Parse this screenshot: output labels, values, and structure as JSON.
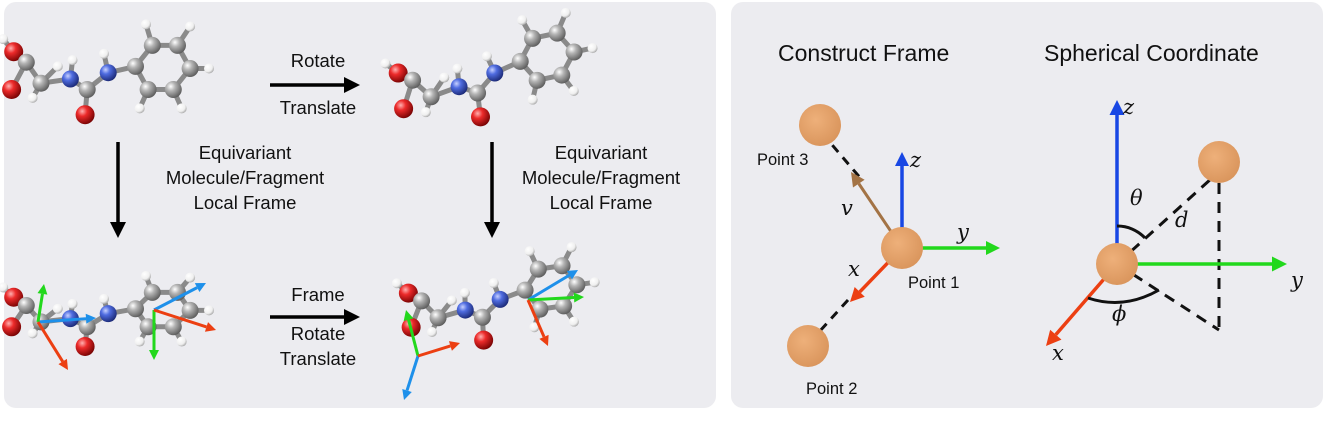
{
  "left_panel": {
    "arrow_top_labels": [
      "Rotate",
      "Translate"
    ],
    "arrow_left_labels": [
      "Equivariant",
      "Molecule/Fragment",
      "Local Frame"
    ],
    "arrow_right_labels": [
      "Equivariant",
      "Molecule/Fragment",
      "Local Frame"
    ],
    "arrow_bottom_labels": [
      "Frame",
      "Rotate",
      "Translate"
    ]
  },
  "construct_frame": {
    "title": "Construct Frame",
    "point1": "Point 1",
    "point2": "Point 2",
    "point3": "Point 3",
    "z": "z",
    "y": "y",
    "x": "x",
    "v": "v"
  },
  "spherical": {
    "title": "Spherical Coordinate",
    "z": "z",
    "y": "y",
    "x": "x",
    "theta": "θ",
    "phi": "ϕ",
    "d": "d"
  },
  "colors": {
    "panel": "#ececf0",
    "oxygen": "#e8262a",
    "nitrogen": "#4b67d6",
    "carbon": "#a6a6a6",
    "hydrogen": "#f7f7f7",
    "axis_x": "#ec3f12",
    "axis_y": "#22d81c",
    "axis_z": "#1847e4",
    "axis_v": "#a37345",
    "frame_blue": "#1e90ea",
    "point": "#e3a066"
  }
}
